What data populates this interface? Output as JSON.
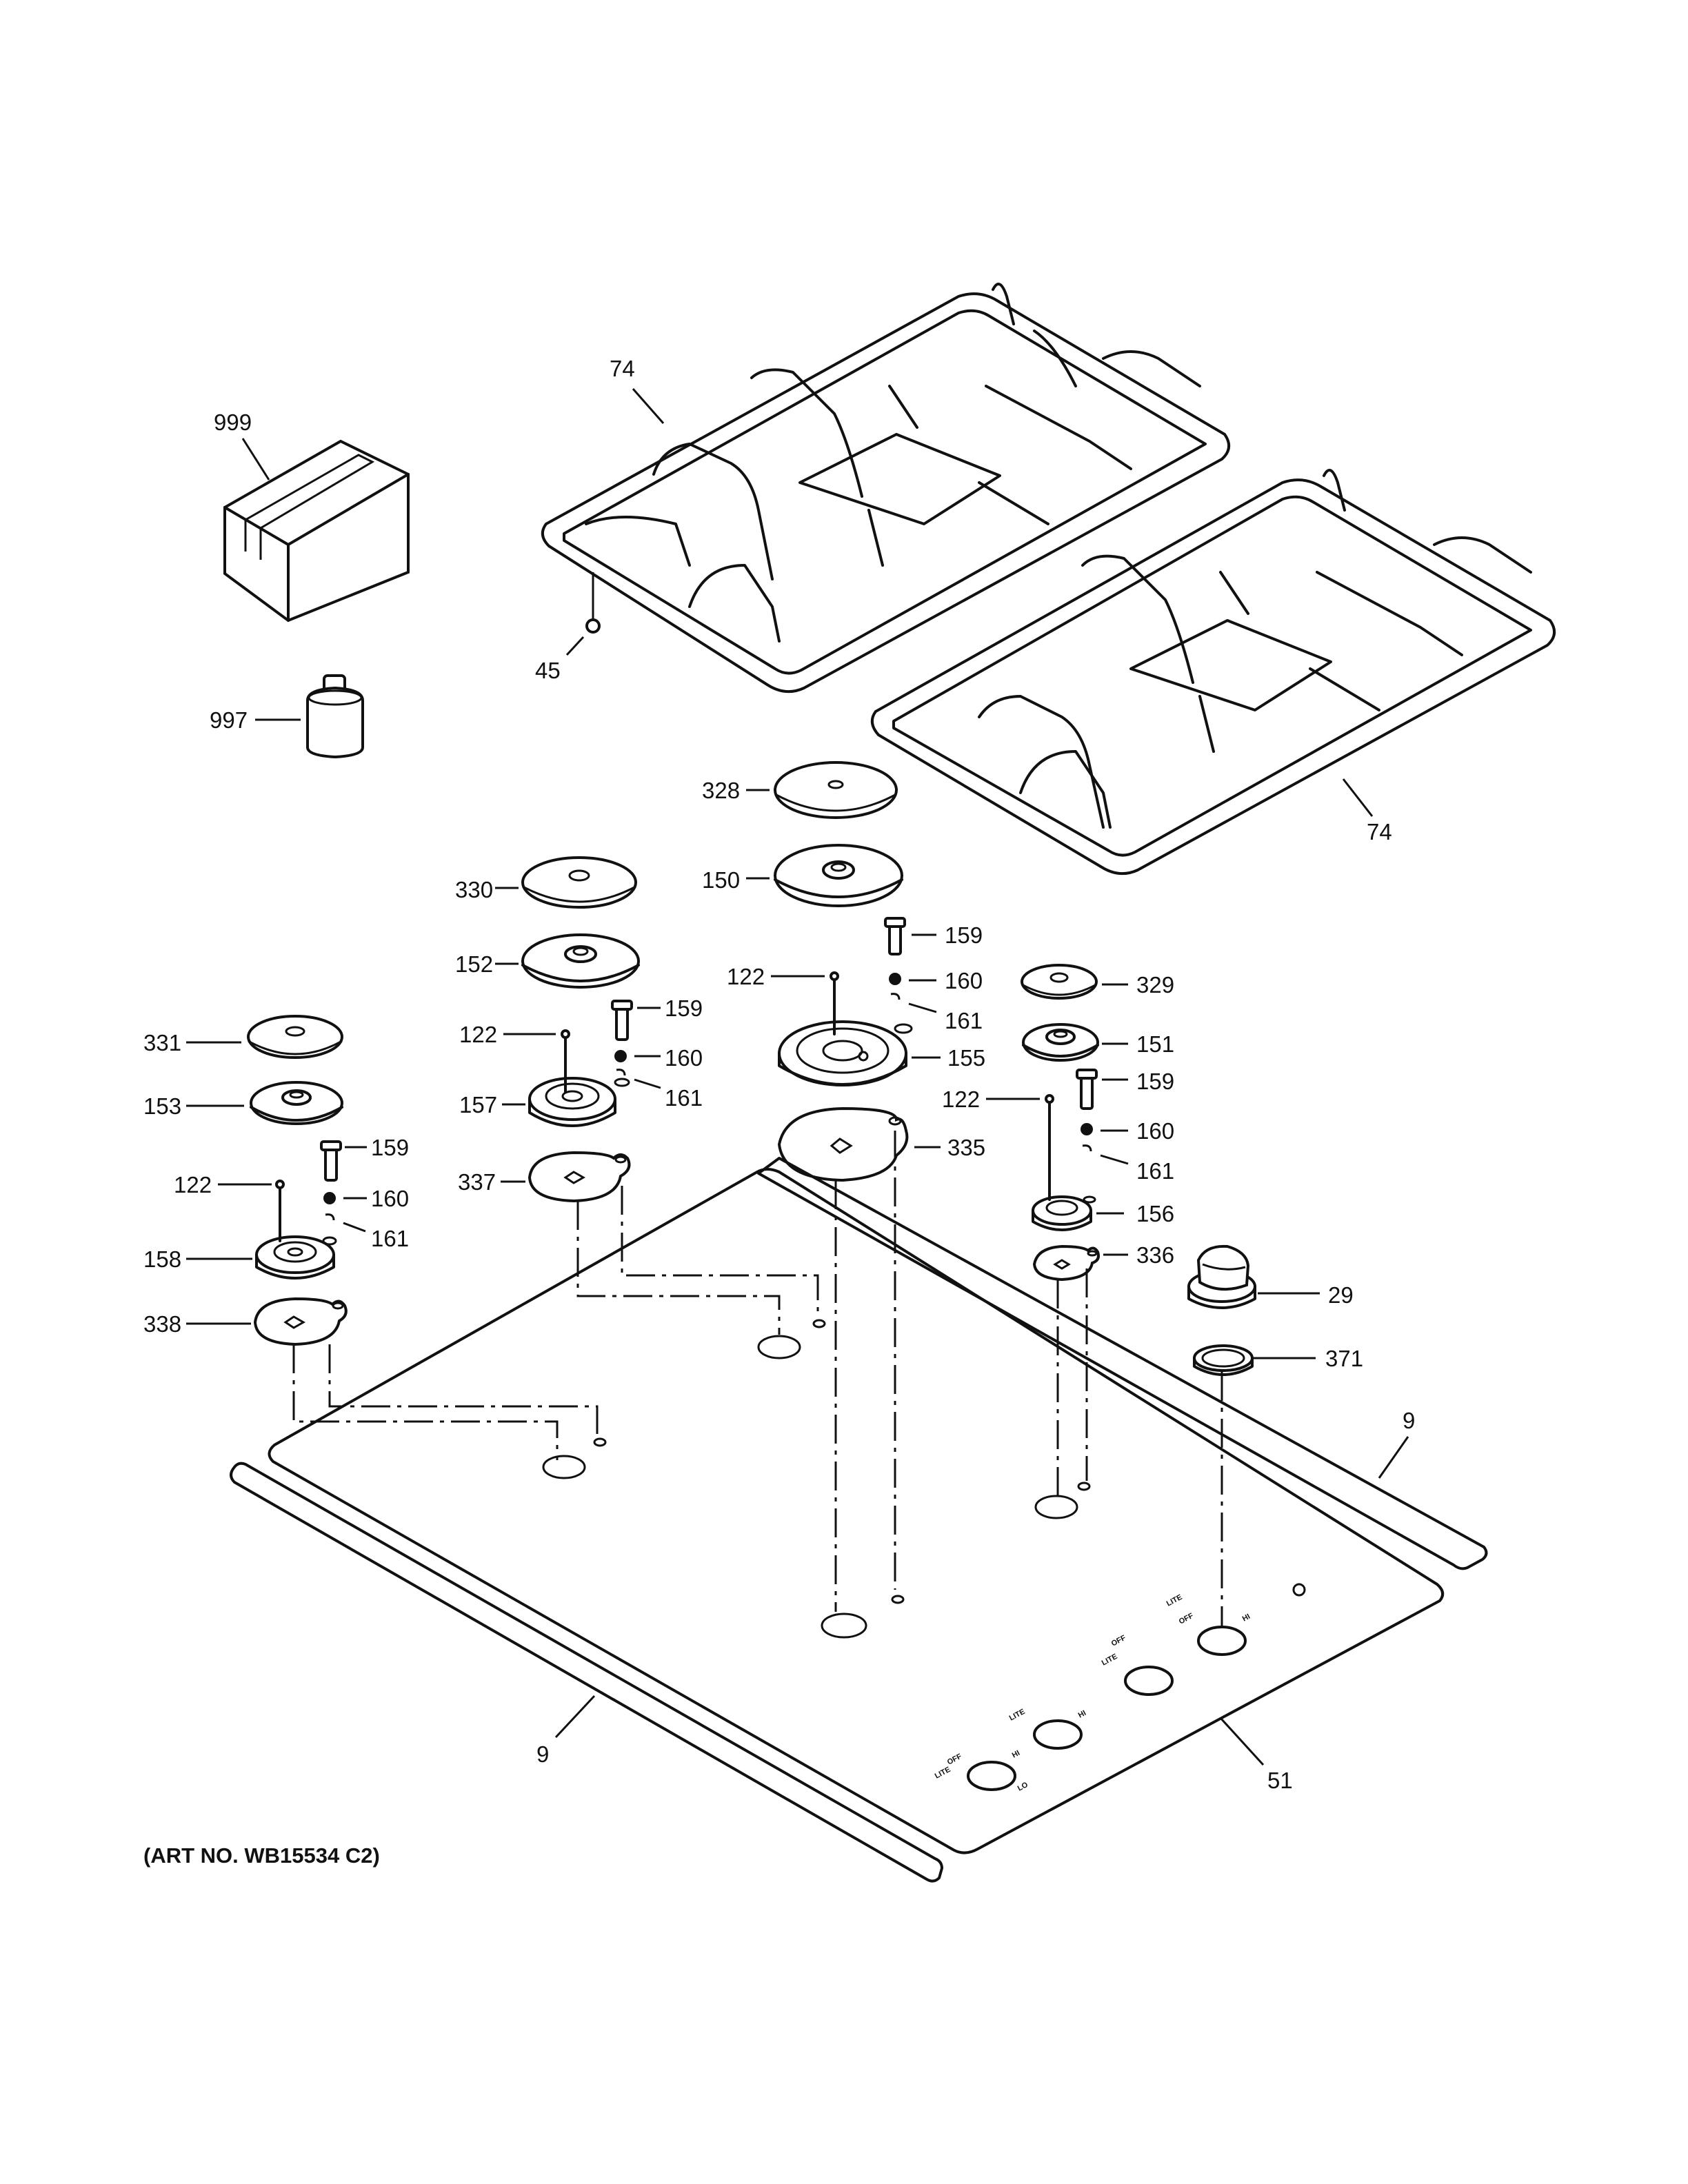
{
  "art_number": "(ART NO. WB15534 C2)",
  "callouts": {
    "c999": "999",
    "c997": "997",
    "c74a": "74",
    "c74b": "74",
    "c45": "45",
    "c328": "328",
    "c150": "150",
    "c330": "330",
    "c152": "152",
    "c331": "331",
    "c153": "153",
    "c122a": "122",
    "c122b": "122",
    "c122c": "122",
    "c122d": "122",
    "c159a": "159",
    "c159b": "159",
    "c159c": "159",
    "c159d": "159",
    "c160a": "160",
    "c160b": "160",
    "c160c": "160",
    "c160d": "160",
    "c161a": "161",
    "c161b": "161",
    "c161c": "161",
    "c161d": "161",
    "c155": "155",
    "c157": "157",
    "c158": "158",
    "c156": "156",
    "c329": "329",
    "c151": "151",
    "c335": "335",
    "c336": "336",
    "c337": "337",
    "c338": "338",
    "c29": "29",
    "c371": "371",
    "c9a": "9",
    "c9b": "9",
    "c51": "51"
  },
  "dial_marks": {
    "off": "OFF",
    "lite": "LITE",
    "hi": "HI",
    "lo": "LO"
  }
}
